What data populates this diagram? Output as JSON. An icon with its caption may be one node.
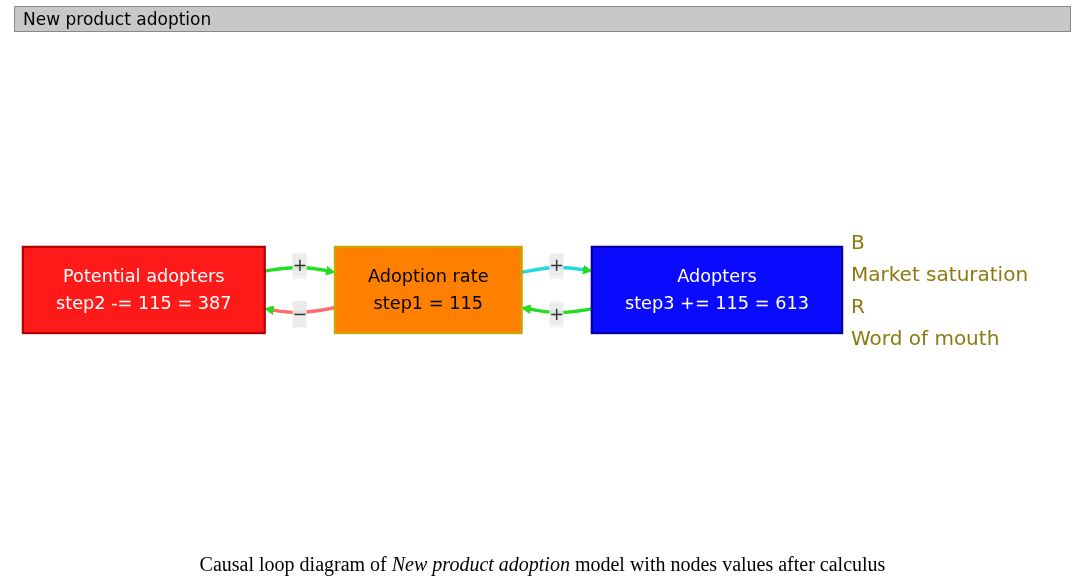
{
  "diagram": {
    "title": "New product adoption",
    "caption": "Causal loop diagram of *New product adoption* model with nodes values after calculus",
    "nodes": [
      {
        "text": [
          "Potential adopters",
          "step2 -= 115 = 387"
        ]
      },
      {
        "text": [
          "Adoption rate",
          "step1 = 115"
        ]
      },
      {
        "text": [
          "Adopters",
          "step3 += 115 = 613"
        ]
      }
    ],
    "edges": [
      {
        "from": 1,
        "to": 0,
        "arrow": "to",
        "label": "−",
        "color": "#ff6b6b"
      },
      {
        "from": 1,
        "to": 2,
        "arrow": "to",
        "label": "+",
        "color": "#22d8e0"
      },
      {
        "from": 0,
        "to": 1,
        "arrow": "to",
        "label": "+"
      },
      {
        "from": 2,
        "to": 1,
        "arrow": "to",
        "label": "+"
      }
    ],
    "labels": [
      "B",
      "Market saturation",
      "R",
      "Word of mouth"
    ]
  }
}
